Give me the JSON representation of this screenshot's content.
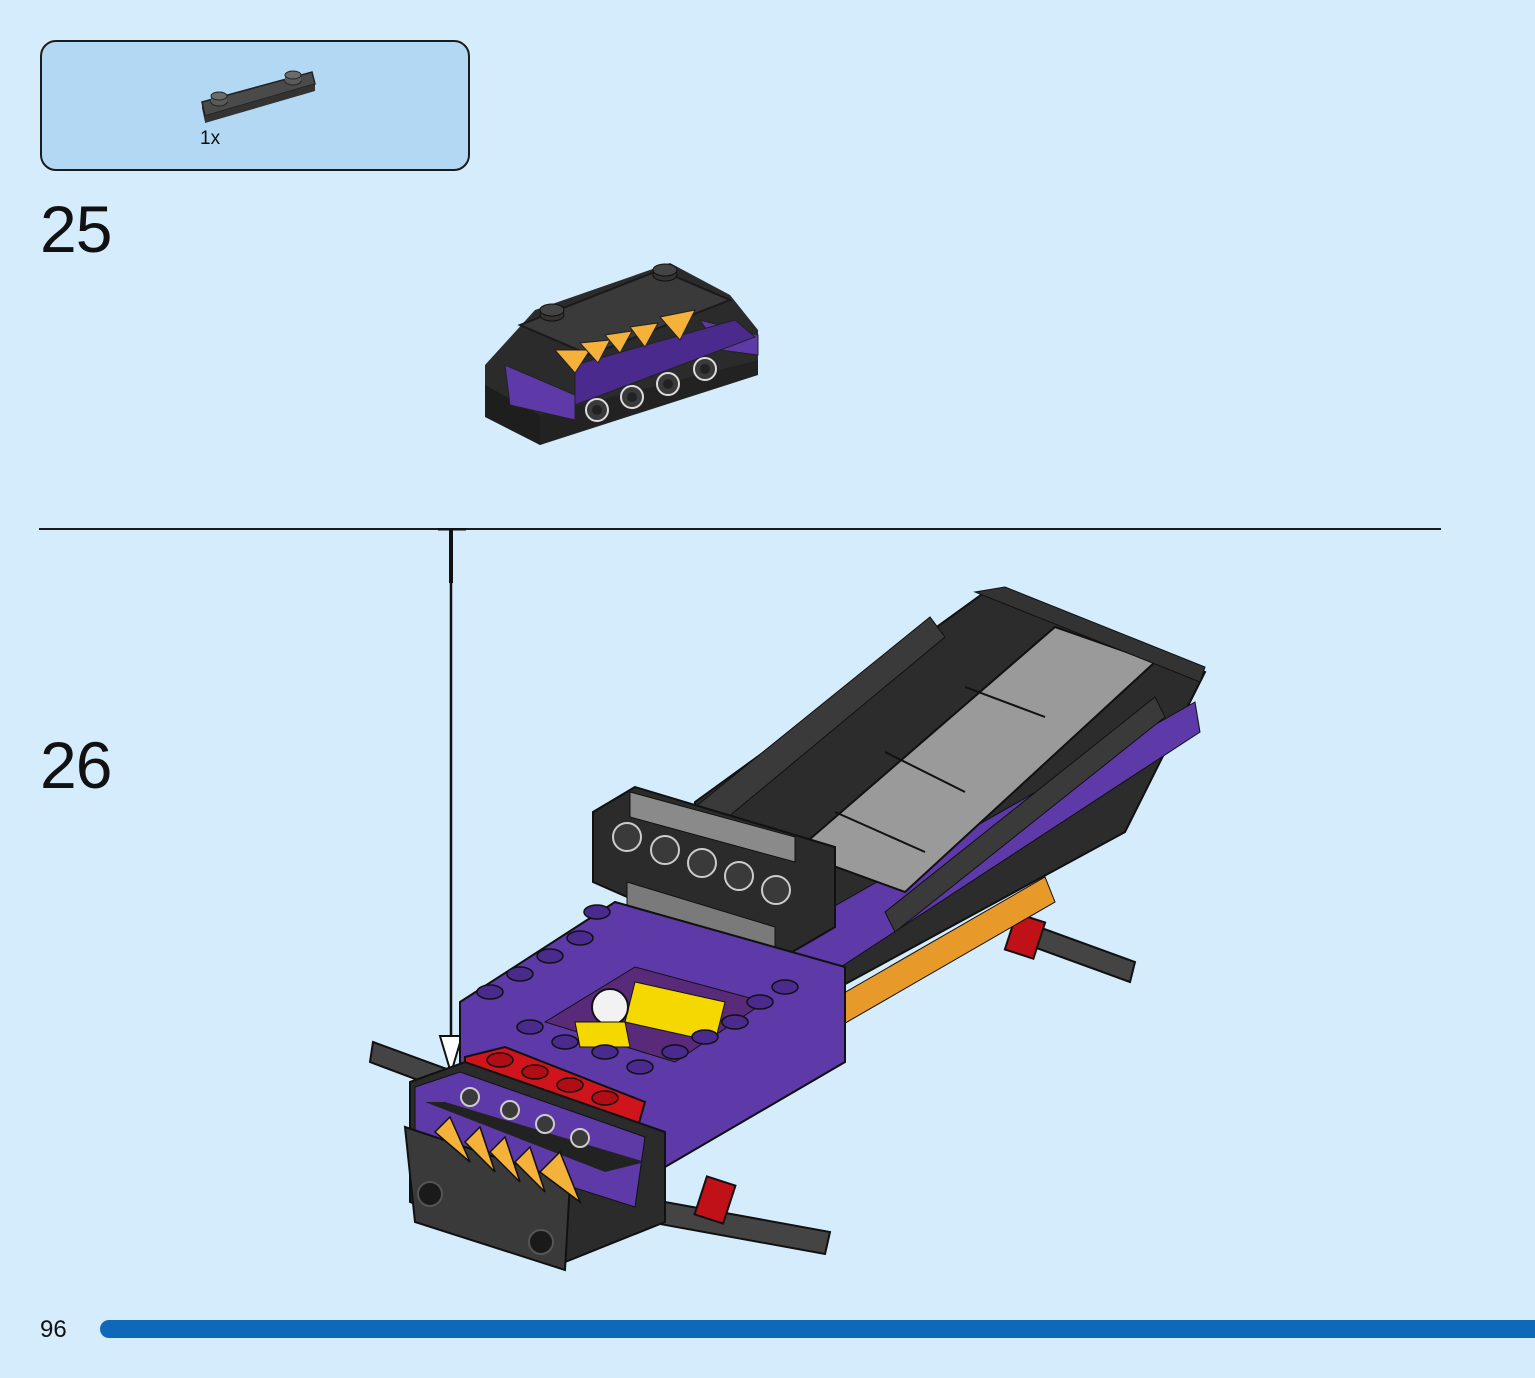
{
  "parts_list": {
    "items": [
      {
        "quantity_label": "1x",
        "part_icon": "dark-grey-plate-1x4-icon",
        "color": "#606060"
      }
    ]
  },
  "steps": [
    {
      "number": "25"
    },
    {
      "number": "26"
    }
  ],
  "page": {
    "number": "96"
  },
  "colors": {
    "background": "#d5ecfc",
    "parts_box": "#b3d8f4",
    "progress_bar": "#0f68b8",
    "purple": "#5d3aa8",
    "dark_grey": "#4a4a4a",
    "light_grey": "#9a9a9a",
    "gold": "#f4b23a",
    "red": "#d0141c",
    "yellow": "#f5d800"
  }
}
